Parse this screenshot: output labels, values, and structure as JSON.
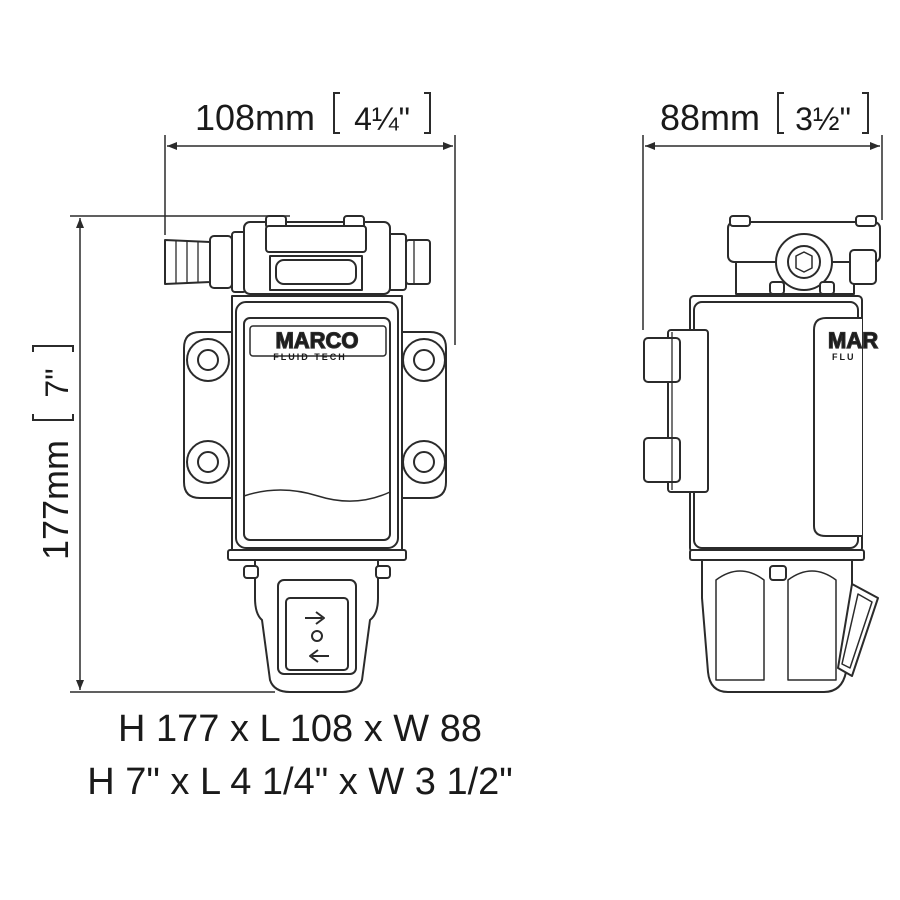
{
  "dimensions": {
    "width_front": {
      "metric": "108mm",
      "imperial": "4¼\""
    },
    "width_side": {
      "metric": "88mm",
      "imperial": "3½\""
    },
    "height": {
      "metric": "177mm",
      "imperial": "7\""
    }
  },
  "label": {
    "brand": "MARCO",
    "subbrand": "FLUID TECH",
    "side_brand": "MAR",
    "side_sub": "FLU"
  },
  "summary": {
    "metric": "H 177 x L 108 x W 88",
    "imperial": "H 7\" x L 4 1/4\" x W 3 1/2\""
  },
  "colors": {
    "line": "#2b2b2b",
    "background": "#ffffff"
  }
}
